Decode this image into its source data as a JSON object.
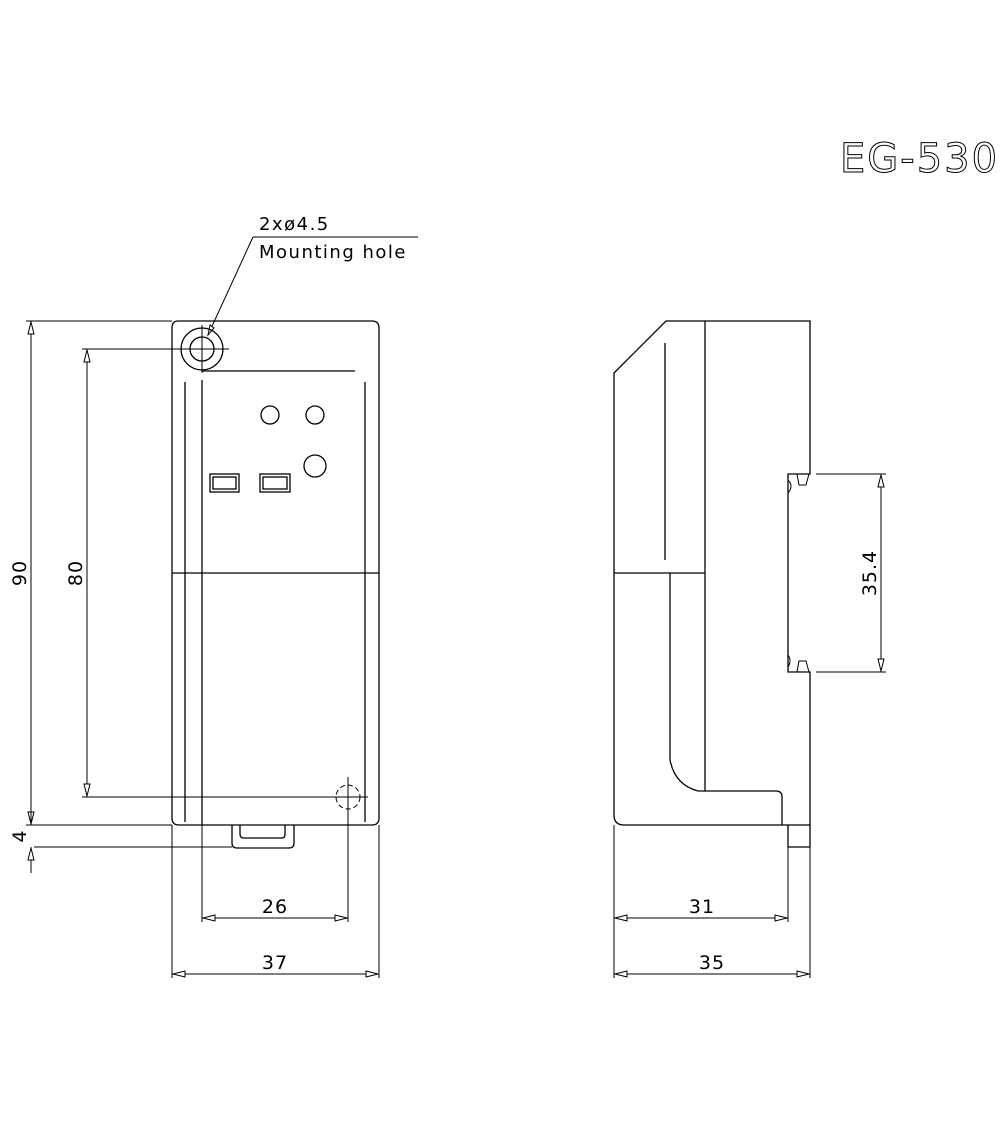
{
  "title": "EG-530",
  "annotation": {
    "line1": "2xø4.5",
    "line2": "Mounting hole"
  },
  "front_view": {
    "dimensions": {
      "overall_height": "90",
      "hole_spacing_vertical": "80",
      "tab_height": "4",
      "hole_spacing_horizontal": "26",
      "overall_width": "37"
    },
    "features": [
      "mounting-hole-top-left",
      "mounting-hole-bottom-right",
      "indicator-led-1",
      "indicator-led-2",
      "indicator-led-3",
      "switch-1",
      "switch-2",
      "bottom-tab"
    ]
  },
  "side_view": {
    "dimensions": {
      "din_rail_slot": "35.4",
      "depth_to_rail": "31",
      "overall_depth": "35"
    }
  },
  "colors": {
    "line": "#000000",
    "background": "#ffffff"
  }
}
